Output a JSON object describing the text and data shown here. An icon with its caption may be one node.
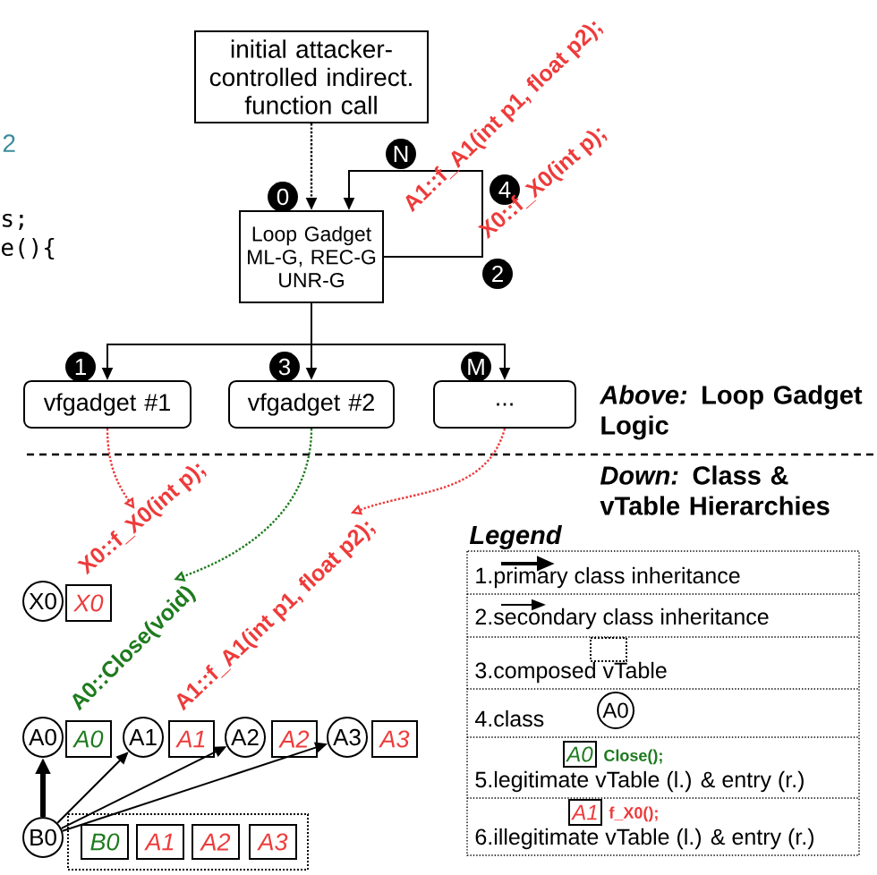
{
  "diagram": {
    "nodes": [
      {
        "text": [
          "initial attacker-controlled indirect. function call"
        ]
      },
      {
        "text": [
          "Loop Gadget ML-G, REC-G UNR-G"
        ]
      },
      {
        "text": [
          "vfgadget #1"
        ]
      },
      {
        "text": [
          "vfgadget #2"
        ]
      },
      {
        "text": [
          "..."
        ]
      },
      {
        "text": [
          "X0::f_X0(int p);"
        ]
      },
      {
        "text": [
          "A0::Close(void)"
        ]
      },
      {
        "text": [
          "A1::f_A1(int p1, float p2);"
        ]
      },
      {
        "text": [
          "X0"
        ]
      },
      {
        "text": [
          "X0"
        ]
      },
      {
        "text": [
          "A0"
        ]
      },
      {
        "text": [
          "A0"
        ]
      },
      {
        "text": [
          "A1"
        ]
      },
      {
        "text": [
          "A1"
        ]
      },
      {
        "text": [
          "A2"
        ]
      },
      {
        "text": [
          "A2"
        ]
      },
      {
        "text": [
          "A3"
        ]
      },
      {
        "text": [
          "A3"
        ]
      },
      {
        "text": [
          "B0"
        ]
      },
      {
        "text": [],
        "shape": "box"
      },
      {
        "text": [
          "B0"
        ],
        "in": 19
      },
      {
        "text": [
          "A1"
        ],
        "in": 19
      },
      {
        "text": [
          "A2"
        ],
        "in": 19
      },
      {
        "text": [
          "A3"
        ],
        "in": 19
      },
      {
        "text": [],
        "shape": "box"
      },
      {
        "text": [
          "A0"
        ]
      },
      {
        "text": [
          "A0"
        ]
      },
      {
        "text": [
          "A1"
        ]
      }
    ],
    "edges": [
      {
        "from": 0,
        "to": 1,
        "arrow": "to",
        "style": "dashed"
      },
      {
        "from": 1,
        "to": 1,
        "arrow": "to"
      },
      {
        "from": 1,
        "to": 2,
        "arrow": "to"
      },
      {
        "from": 1,
        "to": 3,
        "arrow": "to"
      },
      {
        "from": 1,
        "to": 4,
        "arrow": "to"
      },
      {
        "from": 2,
        "to": 5,
        "arrow": "to",
        "style": "dashed",
        "color": "#ee3b3b"
      },
      {
        "from": 3,
        "to": 6,
        "arrow": "to",
        "style": "dashed",
        "color": "#1e7b1e"
      },
      {
        "from": 4,
        "to": 7,
        "arrow": "to",
        "style": "dashed",
        "color": "#ee3b3b"
      },
      {
        "from": 18,
        "to": 10,
        "arrow": "to",
        "style": "thick"
      },
      {
        "from": 18,
        "to": 12,
        "arrow": "to"
      },
      {
        "from": 18,
        "to": 14,
        "arrow": "to"
      },
      {
        "from": 18,
        "to": 16,
        "arrow": "to"
      }
    ],
    "labels": [
      "2",
      "s;",
      "e(){",
      "N",
      "A1::f_A1(int p1, float p2);",
      "0",
      "4",
      "X0::f_X0(int p);",
      "2",
      "1",
      "3",
      "M",
      "*Above:* Loop Gadget Logic",
      "*Down:* Class & vTable Hierarchies",
      "Legend",
      "Close();",
      "f_X0();"
    ],
    "legend": [
      {
        "text": "1.primary class inheritance"
      },
      {
        "text": "2.secondary class inheritance"
      },
      {
        "text": "3.composed vTable"
      },
      {
        "text": "4.class"
      },
      {
        "text": "5.legitimate vTable (l.) & entry (r.)"
      },
      {
        "text": "6.illegitimate vTable (l.) & entry (r.)"
      }
    ]
  }
}
